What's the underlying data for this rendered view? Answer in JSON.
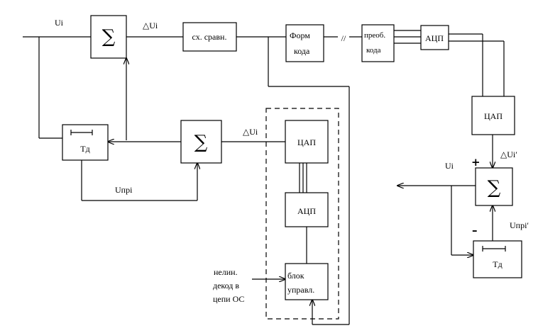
{
  "labels": {
    "ui_in": "Ui",
    "delta_ui_top": "△Ui",
    "delta_ui_mid": "△Ui",
    "delta_ui_prime": "△Ui′",
    "upri": "Uпрi",
    "upri_prime": "Uпрi′",
    "ui_out": "Ui",
    "plus": "+",
    "minus": "–"
  },
  "blocks": {
    "sigma": "∑",
    "compare": "сх. сравн.",
    "form_code_1": "Форм",
    "form_code_2": "кода",
    "conv_code_1": "преоб.",
    "conv_code_2": "кода",
    "adc": "АЦП",
    "dac": "ЦАП",
    "td": "Тд",
    "control_1": "блок",
    "control_2": "управл."
  },
  "annotations": {
    "break_mark": "//",
    "nonlin_1": "нелин.",
    "nonlin_2": "декод в",
    "nonlin_3": "цепи ОС"
  }
}
